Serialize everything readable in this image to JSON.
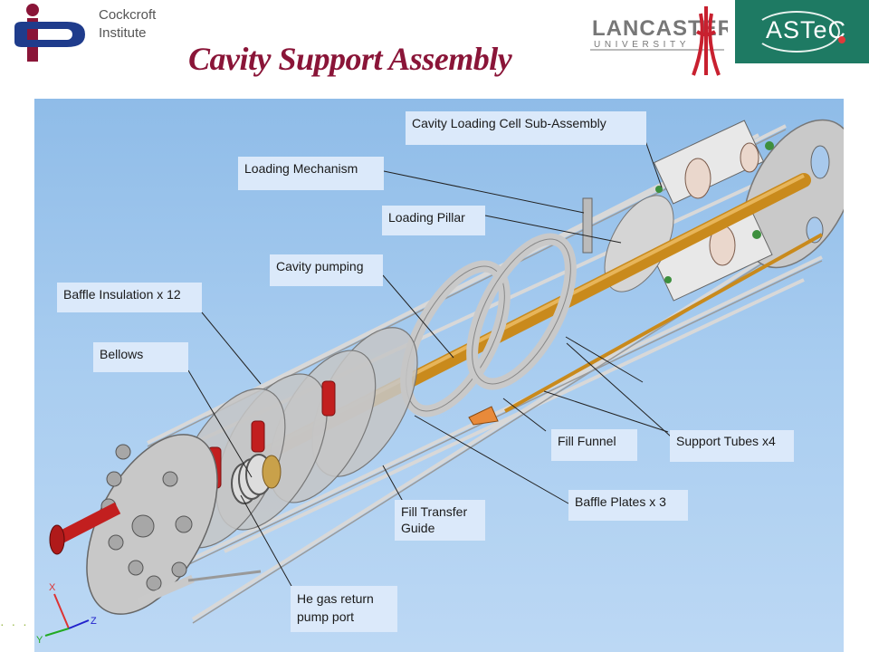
{
  "header": {
    "institute_line1": "Cockcroft",
    "institute_line2": "Institute",
    "title": "Cavity Support Assembly",
    "lancaster_line1": "LANCASTER",
    "lancaster_line2": "UNIVERSITY",
    "astec": "ASTeC"
  },
  "labels": {
    "cavity_loading_cell": "Cavity Loading Cell Sub-Assembly",
    "loading_mechanism": "Loading Mechanism",
    "loading_pillar": "Loading Pillar",
    "cavity_pumping": "Cavity pumping",
    "baffle_insulation": "Baffle Insulation x 12",
    "bellows": "Bellows",
    "fill_funnel": "Fill Funnel",
    "support_tubes": "Support Tubes x4",
    "baffle_plates": "Baffle Plates x 3",
    "fill_transfer_guide": "Fill Transfer Guide",
    "he_gas_return": "He gas return pump port"
  },
  "axes": {
    "x": "X",
    "y": "Y",
    "z": "Z"
  },
  "colors": {
    "title": "#8a1538",
    "panel_background": "#a9cdf0",
    "label_background": "#dbe9fa",
    "astec_green": "#1e7a63",
    "fill_tube": "#c98a1c",
    "pipe_red": "#c21f1f"
  }
}
